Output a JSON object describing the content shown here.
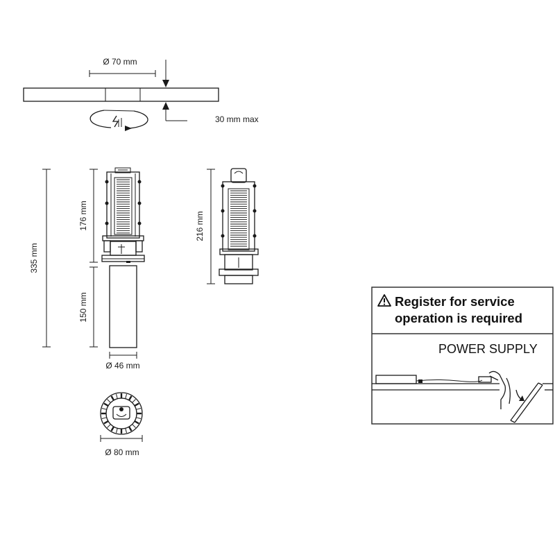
{
  "cutout": {
    "diameter_label": "Ø 70 mm",
    "thickness_label": "30 mm max"
  },
  "side_view": {
    "total_height_label": "335 mm",
    "body_height_label": "176 mm",
    "tube_height_label": "150 mm",
    "tube_diameter_label": "Ø 46 mm"
  },
  "front_view": {
    "height_label": "216 mm"
  },
  "bottom_view": {
    "diameter_label": "Ø 80 mm"
  },
  "notice": {
    "title_line1": "Register for service",
    "title_line2": "operation is required",
    "label": "POWER SUPPLY",
    "warning_icon": "warning-triangle-icon"
  }
}
